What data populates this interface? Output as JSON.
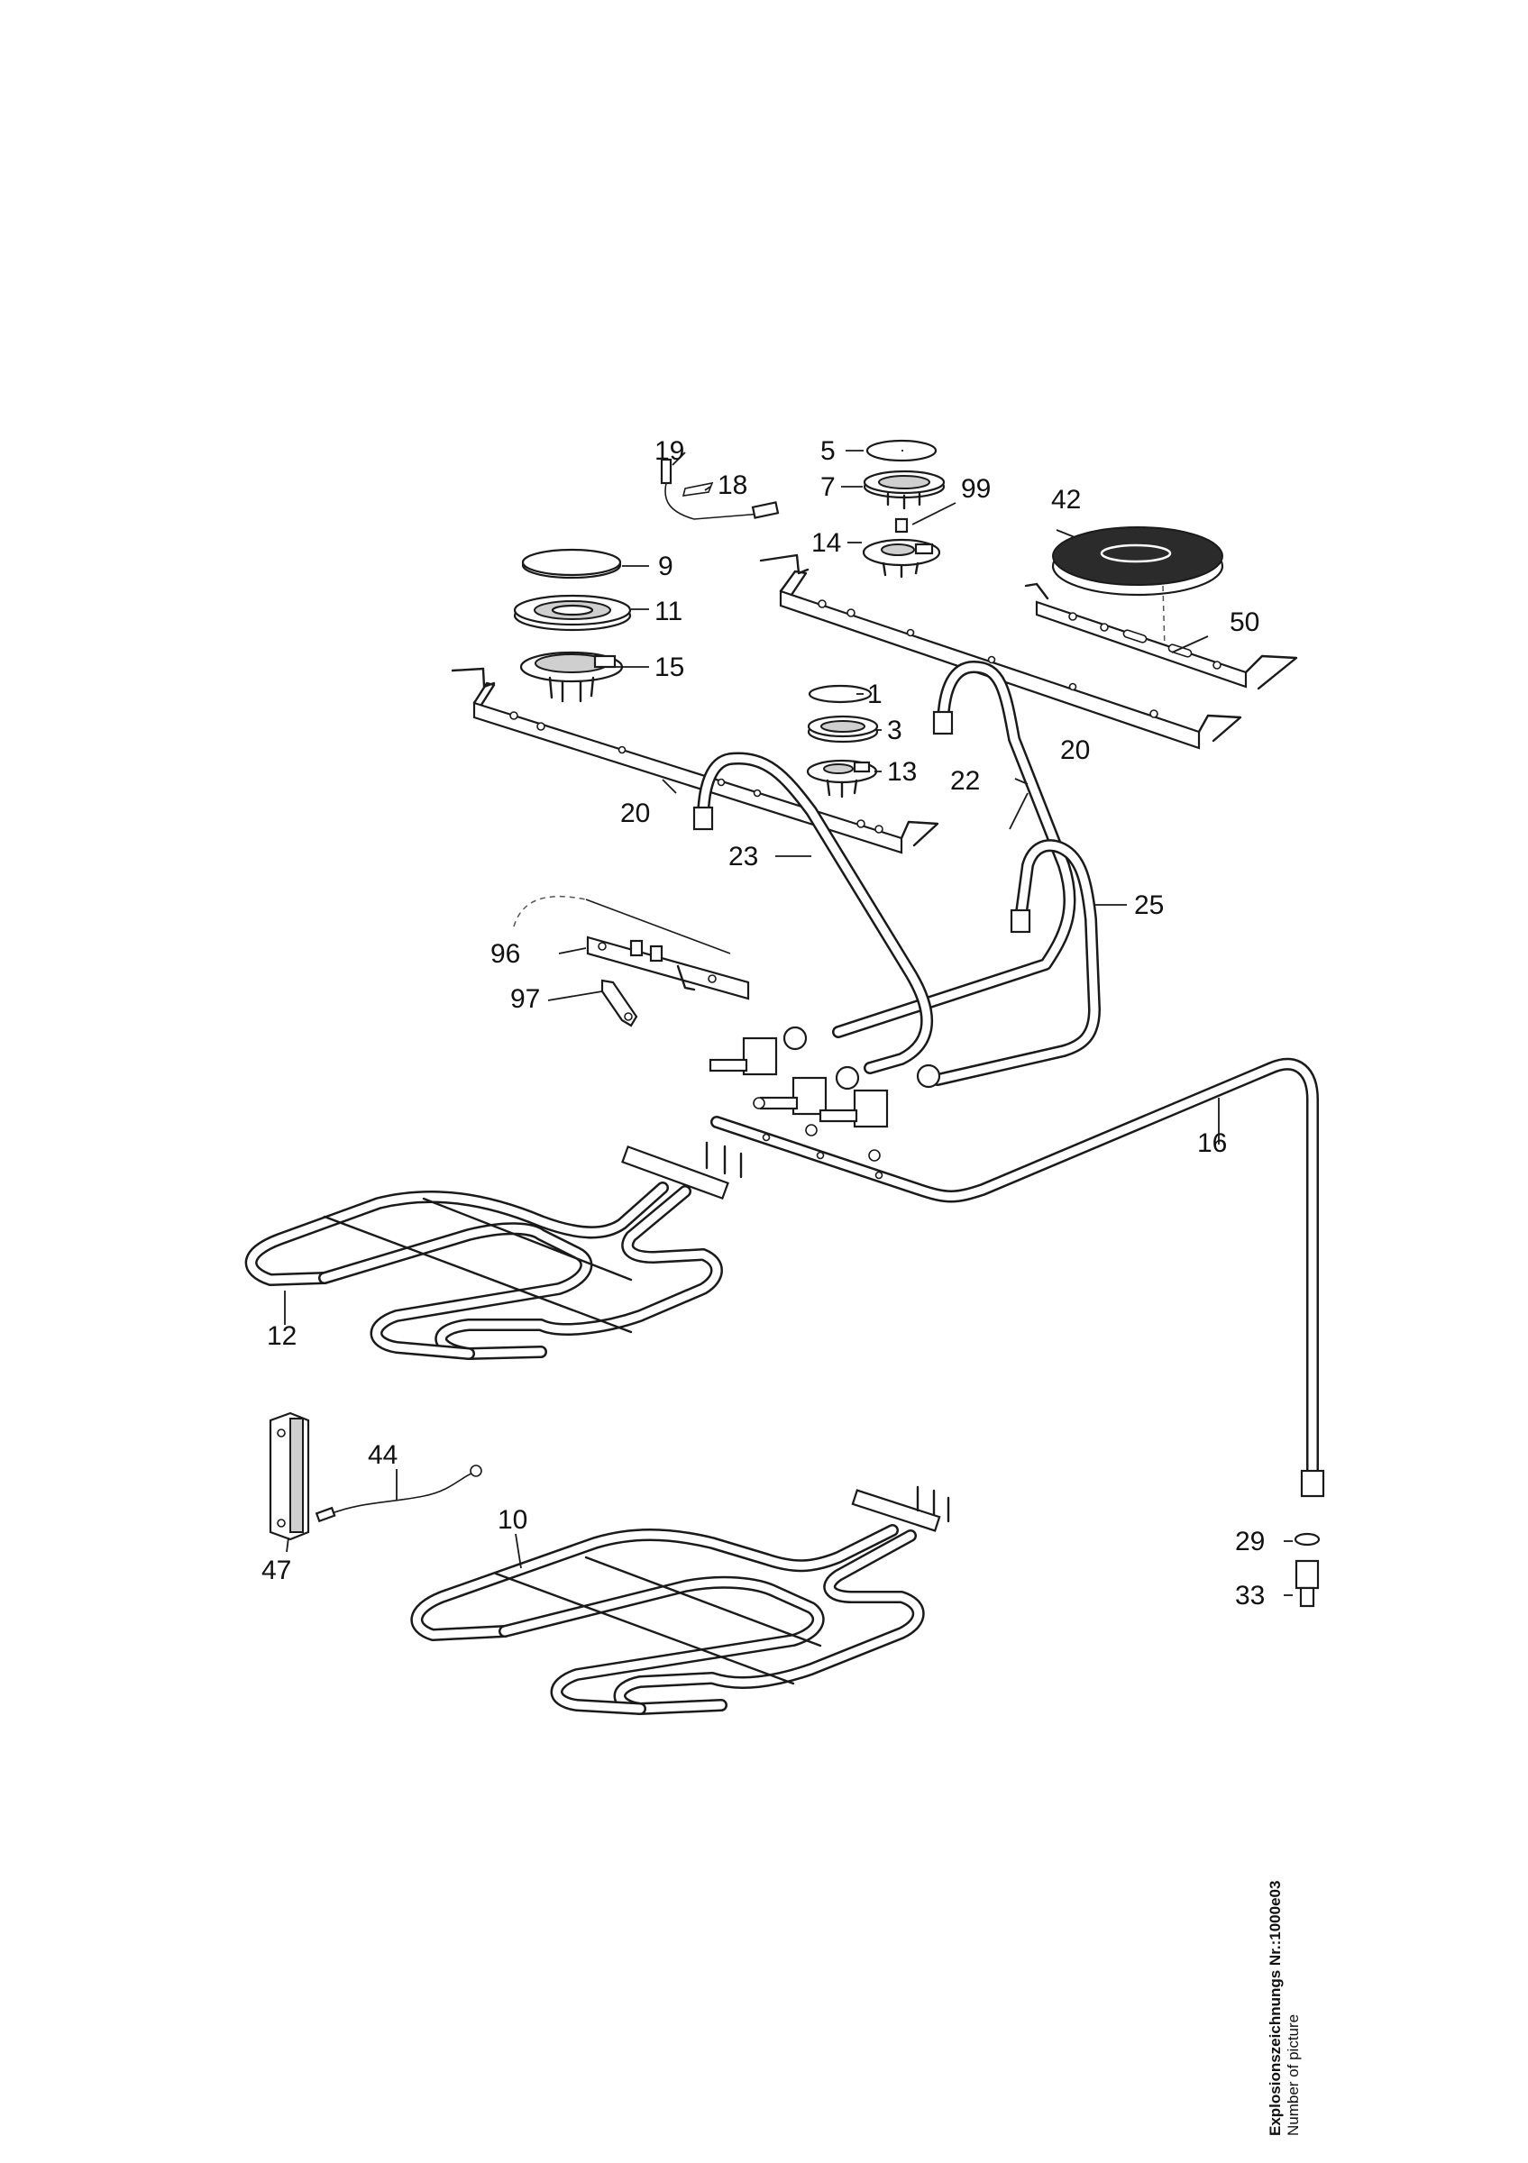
{
  "labels": {
    "n1": "1",
    "n3": "3",
    "n5": "5",
    "n7": "7",
    "n9": "9",
    "n10": "10",
    "n11": "11",
    "n12": "12",
    "n13": "13",
    "n14": "14",
    "n15": "15",
    "n16": "16",
    "n18": "18",
    "n19": "19",
    "n20a": "20",
    "n20b": "20",
    "n22": "22",
    "n23": "23",
    "n25": "25",
    "n29": "29",
    "n33": "33",
    "n42": "42",
    "n44": "44",
    "n47": "47",
    "n50": "50",
    "n96": "96",
    "n97": "97",
    "n99": "99"
  },
  "caption": {
    "title": "Explosionszeichnungs Nr.:1000e03",
    "subtitle": "Number of picture"
  }
}
